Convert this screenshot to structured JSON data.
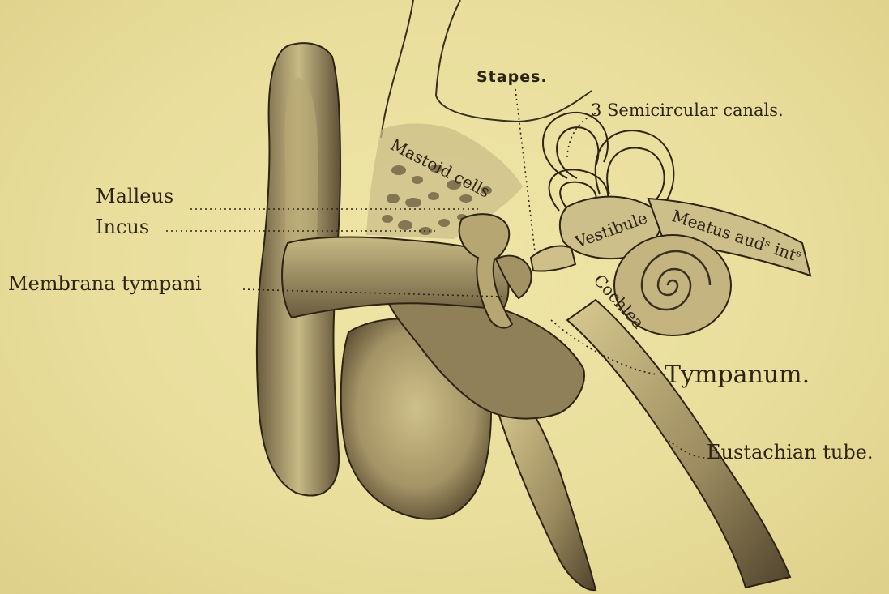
{
  "colors": {
    "paper": "#e9de9c",
    "ink": "#2e2416",
    "shade": "#6f6245"
  },
  "labels": {
    "stapes": "Stapes.",
    "semicircular_canals": "3 Semicircular canals.",
    "mastoid_cells": "Mastoid cells",
    "malleus": "Malleus",
    "incus": "Incus",
    "vestibule": "Vestibule",
    "meatus": "Meatus audˢ intˢ",
    "membrana_tympani": "Membrana tympani",
    "cochlea": "Cochlea",
    "tympanum": "Tympanum.",
    "eustachian_tube": "Eustachian tube."
  }
}
